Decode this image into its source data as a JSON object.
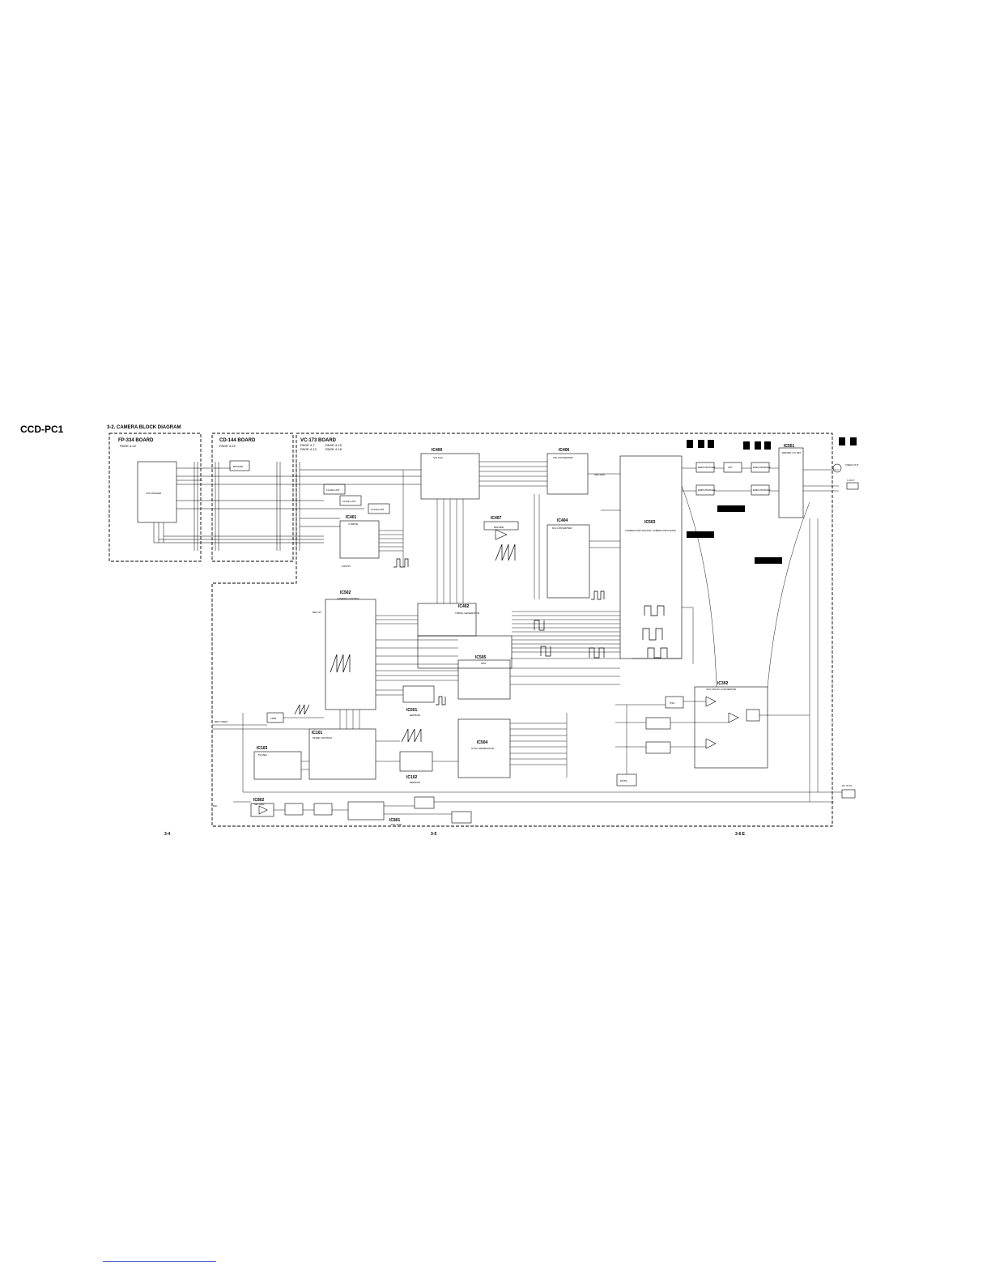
{
  "model": "CCD-PC1",
  "section_title": "3-2. CAMERA BLOCK DIAGRAM",
  "page_numbers": {
    "left": "3-4",
    "center": "3-5",
    "right": "3-6 E"
  },
  "boards": {
    "fp334": {
      "name": "FP-334 BOARD",
      "page": "PAGE 4-22"
    },
    "cd144": {
      "name": "CD-144 BOARD",
      "page": "PAGE 4-21"
    },
    "vc173": {
      "name": "VC-173 BOARD",
      "pages": [
        "PAGE 4-7",
        "PAGE 4-15",
        "PAGE 4-12",
        "PAGE 4-16"
      ]
    }
  },
  "blocks": {
    "ccd_imager": "CCD IMAGER",
    "buffer": "BUFFER",
    "flash_lmt": "FLASH LMT",
    "ic400": {
      "tag": "IC400",
      "desc": "S/H AGC"
    },
    "ic406": {
      "tag": "IC406",
      "desc": "A/D CONVERTER"
    },
    "ic401": {
      "tag": "IC401",
      "desc": "V DRIVE"
    },
    "ic407": {
      "tag": "IC407",
      "desc": "BUFFER"
    },
    "ic404": {
      "tag": "IC404",
      "desc": "D/A CONVERTER"
    },
    "ic503": {
      "tag": "IC503",
      "desc": "CAMERA DSP (DIGITAL CAMERA PROCESS)"
    },
    "ic402": {
      "tag": "IC402",
      "desc": "TIMING GENERATOR"
    },
    "ic502": {
      "tag": "IC502",
      "desc": "CAMERA CONTROL"
    },
    "ic505": {
      "tag": "IC505",
      "desc": "SPG"
    },
    "ic501": {
      "tag": "IC501",
      "desc": "EEPROM"
    },
    "ic504": {
      "tag": "IC504",
      "desc": "SYNC GENERATOR"
    },
    "ic102": {
      "tag": "IC102",
      "desc": "EEPROM"
    },
    "ic101": {
      "tag": "IC101",
      "desc": "MODE CONTROL"
    },
    "ic103": {
      "tag": "IC103",
      "desc": "5V REG"
    },
    "ic551": {
      "tag": "IC551",
      "desc": "DRIVER Y/C MIX"
    },
    "ic302": {
      "tag": "IC302",
      "desc": "VCO SW DC CONVERTER"
    },
    "ic802": {
      "tag": "IC802",
      "desc": "MIC AMP"
    },
    "ic801": {
      "tag": "IC801",
      "desc": "PCL AMP"
    },
    "lmr": "LIMR",
    "osc": "OSC",
    "mute": "MUTE",
    "emph_buffer": "EMPH BUFFER",
    "lpf": "LPF"
  },
  "signals": {
    "rec_vid": "REC VIDEO",
    "adc_bus": "AD0-AD9",
    "video_out": "VIDEO OUT",
    "s_out": "S OUT",
    "mic": "MIC",
    "cam_5v": "CAM 5V",
    "reg_5v": "REG 5V",
    "gnd": "GND",
    "dc_in": "DC IN 6V"
  }
}
